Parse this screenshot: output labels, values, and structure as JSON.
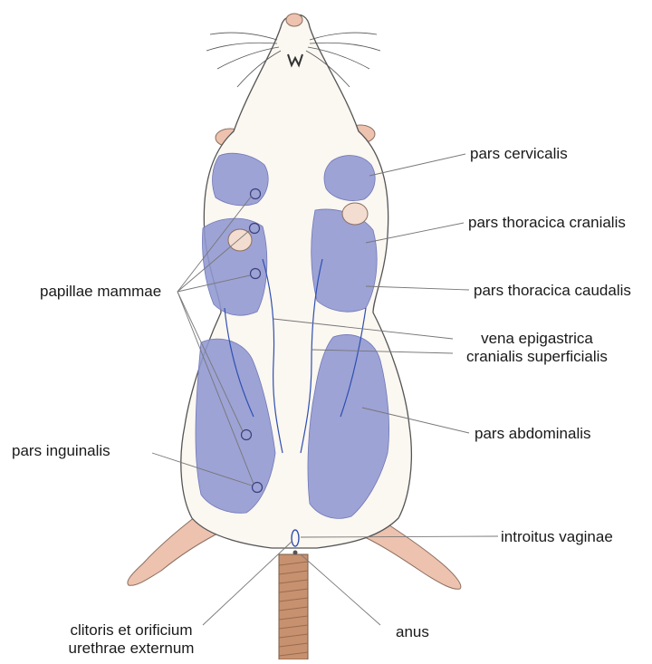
{
  "labels": {
    "pars_cervicalis": "pars  cervicalis",
    "pars_thoracica_cranialis": "pars thoracica cranialis",
    "pars_thoracica_caudalis": "pars thoracica caudalis",
    "vena_line1": "vena epigastrica",
    "vena_line2": "cranialis superficialis",
    "pars_abdominalis": "pars abdominalis",
    "introitus_vaginae": "introitus vaginae",
    "anus": "anus",
    "clitoris_line1": "clitoris et orificium",
    "clitoris_line2": "urethrae externum",
    "papillae_mammae": "papillae mammae",
    "pars_inguinalis": "pars inguinalis"
  },
  "colors": {
    "fur": "#fbf7f1",
    "gland": "#8f97d0",
    "skin": "#edc2ae",
    "tail": "#c7916f",
    "vein": "#2e4fb0",
    "outline": "#555555",
    "leader": "#777777"
  }
}
